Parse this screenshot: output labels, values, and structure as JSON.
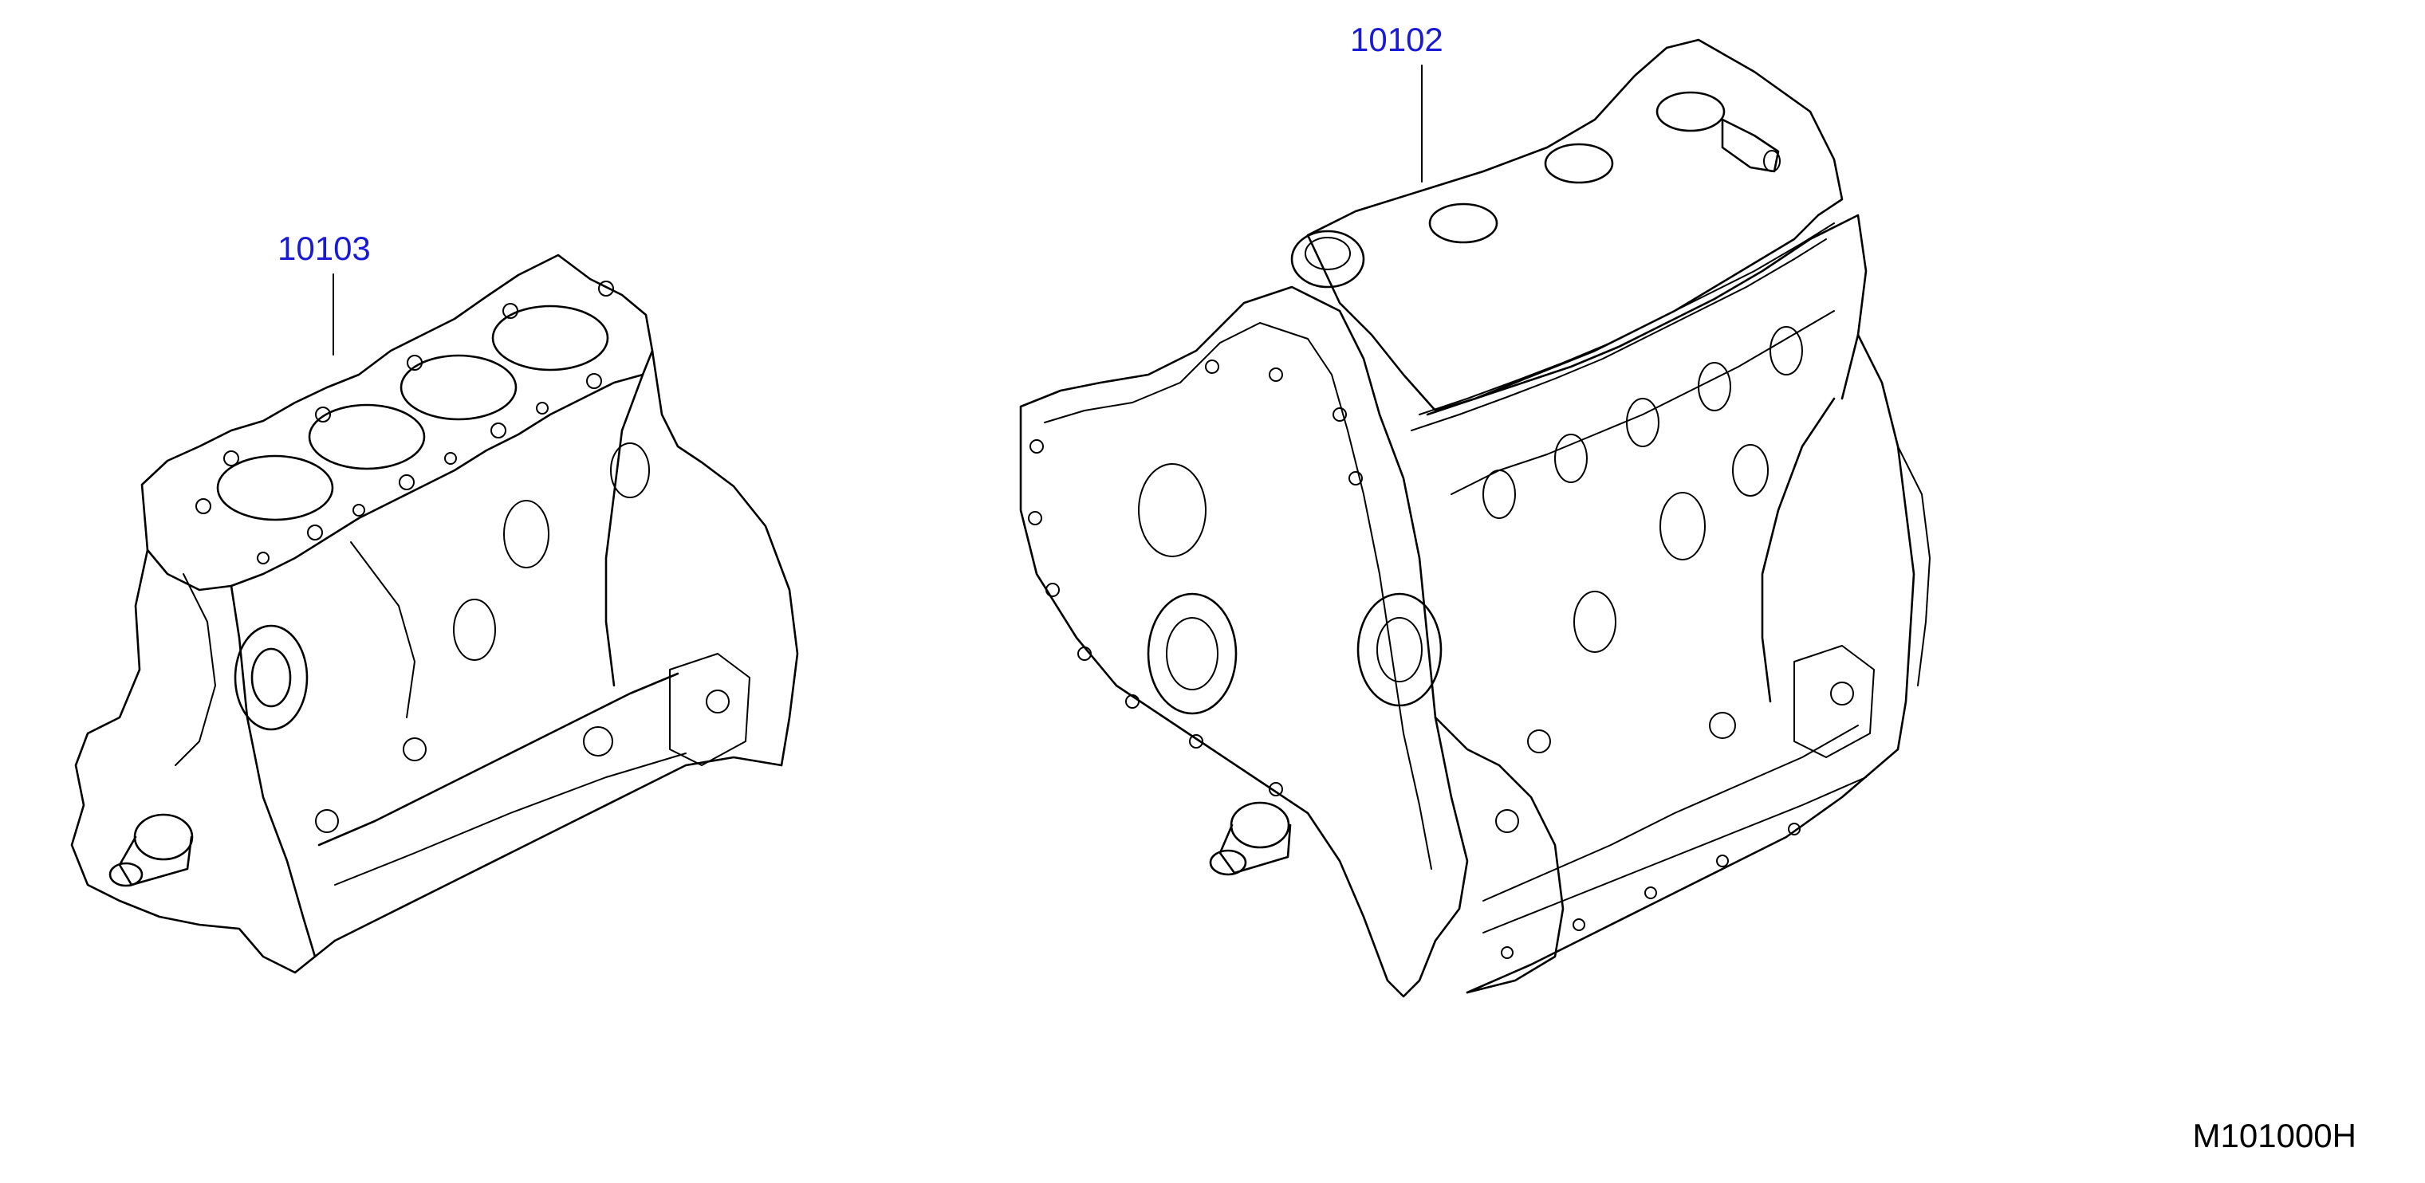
{
  "callouts": [
    {
      "part_number": "10103"
    },
    {
      "part_number": "10102"
    }
  ],
  "figure_id": "M101000H",
  "colors": {
    "callout": "#1a1ad6",
    "linework": "#000000",
    "background": "#ffffff"
  }
}
